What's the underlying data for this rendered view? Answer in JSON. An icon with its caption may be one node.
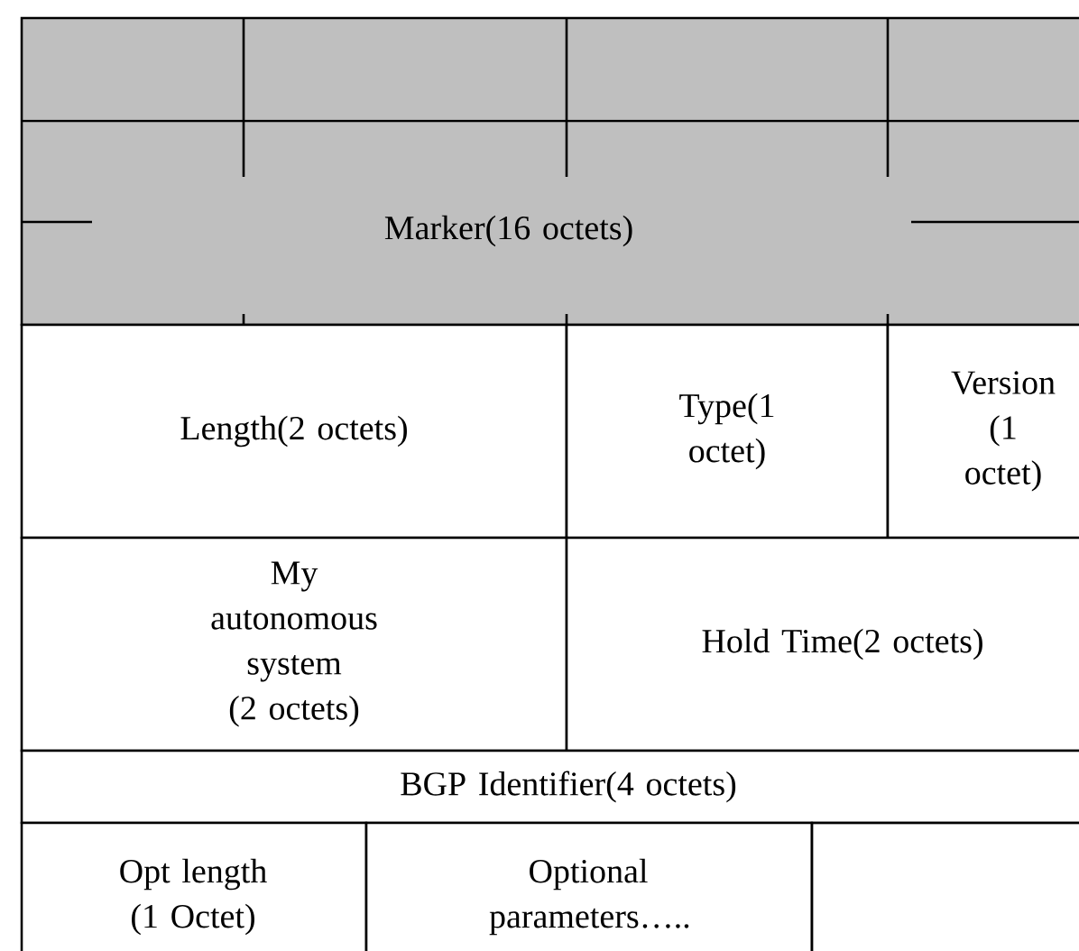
{
  "diagram": {
    "labels": [
      "Marker(16 octets)",
      "Length(2 octets)",
      "Type(1 octet)",
      "Version (1 octet)",
      "My autonomous system (2 octets)",
      "Hold Time(2 octets)",
      "BGP Identifier(4 octets)",
      "Opt length (1 Octet)",
      "Optional parameters….."
    ]
  }
}
